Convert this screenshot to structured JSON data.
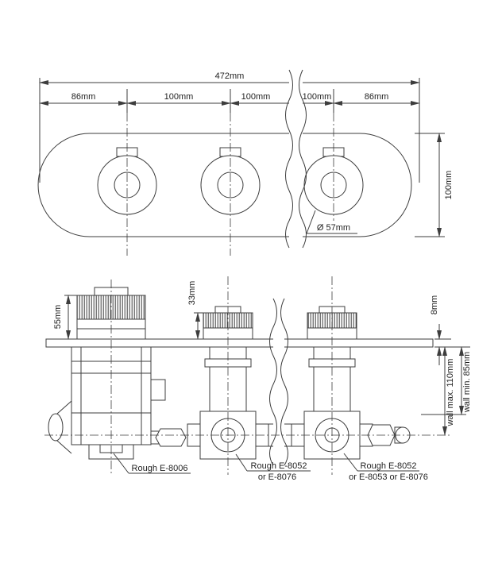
{
  "drawing": {
    "front_view": {
      "total_width": "472mm",
      "segments": [
        "86mm",
        "100mm",
        "100mm",
        "100mm",
        "86mm"
      ],
      "plate_height": "100mm",
      "knob_diameter": "Ø 57mm"
    },
    "side_view": {
      "main_handle_height": "55mm",
      "trim_handle_height": "33mm",
      "plate_thickness": "8mm",
      "wall_max": "wall max. 110mm",
      "wall_min": "wall min. 85mm",
      "labels": {
        "left": "Rough E-8006",
        "middle_1": "Rough E-8052",
        "middle_2": "or E-8076",
        "right_1": "Rough E-8052",
        "right_2": "or E-8053 or E-8076"
      }
    },
    "colors": {
      "line": "#3d3d3d",
      "text": "#1f1f1f",
      "background": "#ffffff"
    }
  }
}
